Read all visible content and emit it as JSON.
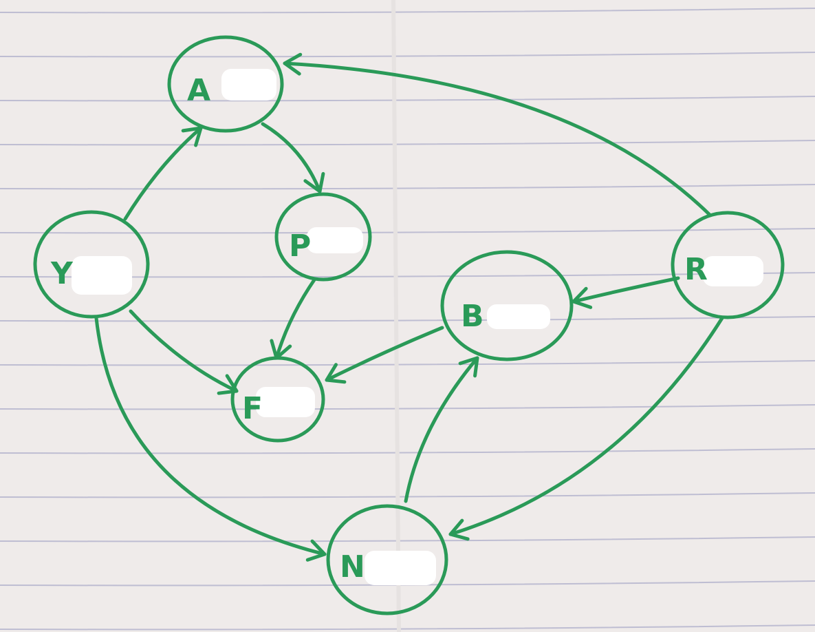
{
  "diagram": {
    "type": "directed-graph",
    "colors": {
      "paper": "#efebea",
      "ruling": "#a9a9c8",
      "margin_fold": "#e6e2e1",
      "ink": "#2a9a58",
      "redaction": "#ffffff"
    },
    "nodes": [
      {
        "id": "A",
        "label": "A"
      },
      {
        "id": "P",
        "label": "P"
      },
      {
        "id": "Y",
        "label": "Y"
      },
      {
        "id": "F",
        "label": "F"
      },
      {
        "id": "B",
        "label": "B"
      },
      {
        "id": "R",
        "label": "R"
      },
      {
        "id": "N",
        "label": "N"
      }
    ],
    "edges": [
      {
        "from": "Y",
        "to": "A"
      },
      {
        "from": "A",
        "to": "P"
      },
      {
        "from": "P",
        "to": "F"
      },
      {
        "from": "Y",
        "to": "F"
      },
      {
        "from": "Y",
        "to": "N"
      },
      {
        "from": "R",
        "to": "A"
      },
      {
        "from": "R",
        "to": "B"
      },
      {
        "from": "B",
        "to": "F"
      },
      {
        "from": "N",
        "to": "B"
      },
      {
        "from": "R",
        "to": "N"
      }
    ]
  }
}
